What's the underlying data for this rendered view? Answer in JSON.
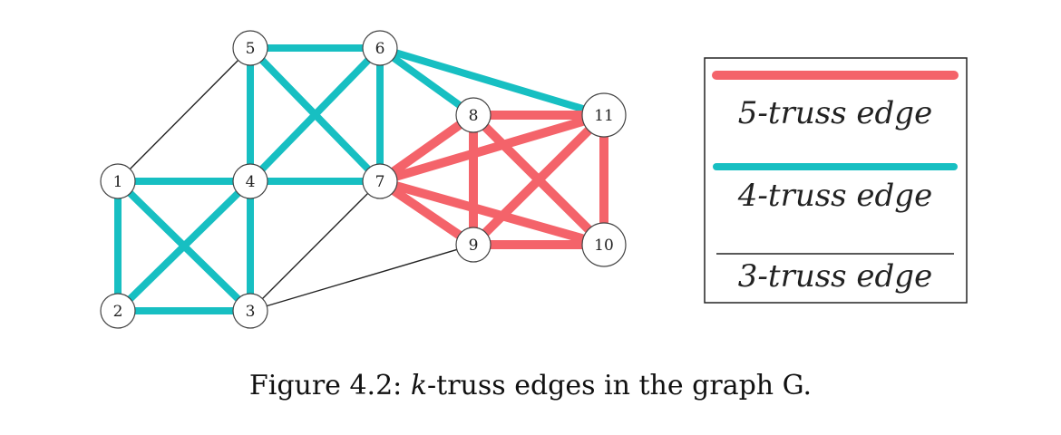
{
  "colors": {
    "truss5": "#f4636a",
    "truss4": "#17bfc2",
    "truss3": "#222222",
    "node_fill": "#ffffff",
    "node_stroke": "#444444"
  },
  "graph": {
    "nodes": [
      "1",
      "2",
      "3",
      "4",
      "5",
      "6",
      "7",
      "8",
      "9",
      "10",
      "11"
    ],
    "edges": [
      {
        "from": "1",
        "to": "5",
        "truss": 3
      },
      {
        "from": "3",
        "to": "7",
        "truss": 3
      },
      {
        "from": "3",
        "to": "9",
        "truss": 3
      },
      {
        "from": "5",
        "to": "6",
        "truss": 4
      },
      {
        "from": "5",
        "to": "4",
        "truss": 4
      },
      {
        "from": "5",
        "to": "7",
        "truss": 4
      },
      {
        "from": "6",
        "to": "4",
        "truss": 4
      },
      {
        "from": "6",
        "to": "7",
        "truss": 4
      },
      {
        "from": "6",
        "to": "8",
        "truss": 4
      },
      {
        "from": "6",
        "to": "11",
        "truss": 4
      },
      {
        "from": "1",
        "to": "4",
        "truss": 4
      },
      {
        "from": "4",
        "to": "7",
        "truss": 4
      },
      {
        "from": "1",
        "to": "2",
        "truss": 4
      },
      {
        "from": "1",
        "to": "3",
        "truss": 4
      },
      {
        "from": "4",
        "to": "2",
        "truss": 4
      },
      {
        "from": "4",
        "to": "3",
        "truss": 4
      },
      {
        "from": "2",
        "to": "3",
        "truss": 4
      },
      {
        "from": "7",
        "to": "8",
        "truss": 5
      },
      {
        "from": "7",
        "to": "11",
        "truss": 5
      },
      {
        "from": "7",
        "to": "9",
        "truss": 5
      },
      {
        "from": "7",
        "to": "10",
        "truss": 5
      },
      {
        "from": "8",
        "to": "11",
        "truss": 5
      },
      {
        "from": "8",
        "to": "9",
        "truss": 5
      },
      {
        "from": "8",
        "to": "10",
        "truss": 5
      },
      {
        "from": "11",
        "to": "9",
        "truss": 5
      },
      {
        "from": "11",
        "to": "10",
        "truss": 5
      },
      {
        "from": "9",
        "to": "10",
        "truss": 5
      }
    ]
  },
  "legend": {
    "items": [
      {
        "label": "5-truss edge",
        "truss": 5
      },
      {
        "label": "4-truss edge",
        "truss": 4
      },
      {
        "label": "3-truss edge",
        "truss": 3
      }
    ]
  },
  "caption": {
    "prefix": "Figure 4.2: ",
    "k": "k",
    "rest": "-truss edges in the graph G."
  }
}
